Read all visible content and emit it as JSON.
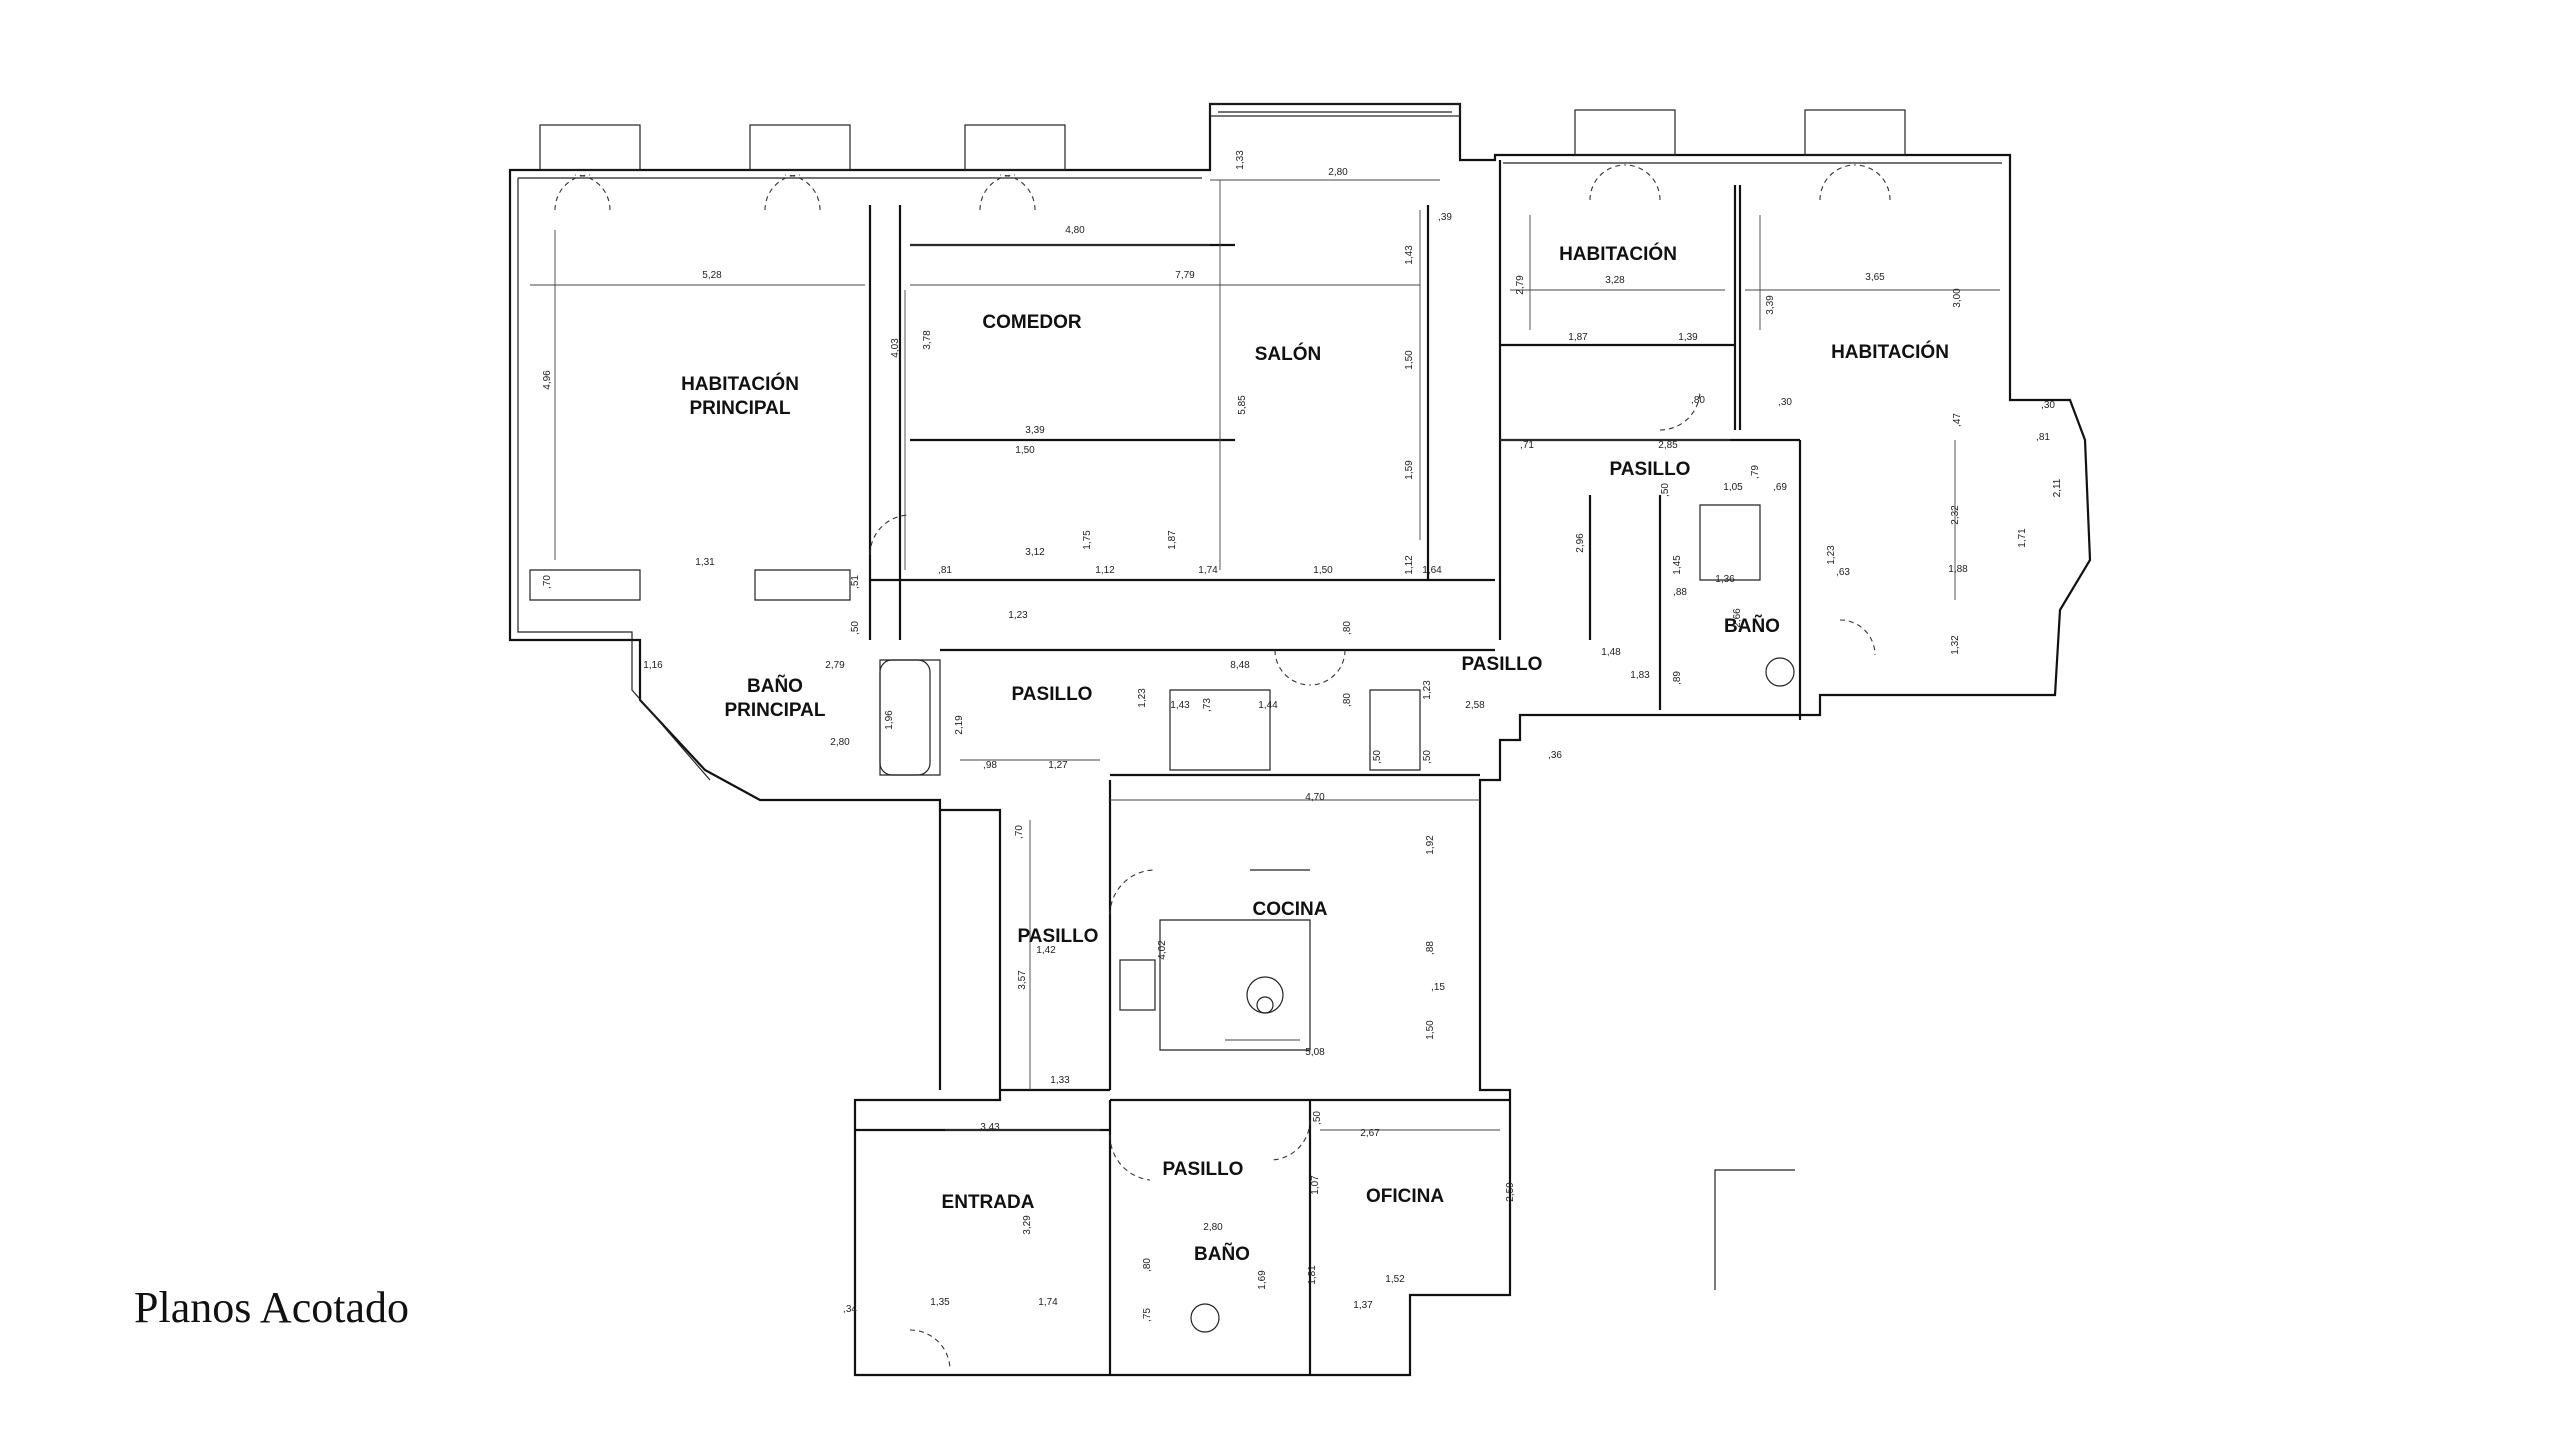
{
  "caption": "Planos Acotado",
  "rooms": [
    {
      "id": "habitacion-principal",
      "lines": [
        "HABITACIÓN",
        "PRINCIPAL"
      ]
    },
    {
      "id": "comedor",
      "lines": [
        "COMEDOR"
      ]
    },
    {
      "id": "salon",
      "lines": [
        "SALÓN"
      ]
    },
    {
      "id": "habitacion-1",
      "lines": [
        "HABITACIÓN"
      ]
    },
    {
      "id": "habitacion-2",
      "lines": [
        "HABITACIÓN"
      ]
    },
    {
      "id": "pasillo-1",
      "lines": [
        "PASILLO"
      ]
    },
    {
      "id": "bano-1",
      "lines": [
        "BAÑO"
      ]
    },
    {
      "id": "bano-principal",
      "lines": [
        "BAÑO",
        "PRINCIPAL"
      ]
    },
    {
      "id": "pasillo-2",
      "lines": [
        "PASILLO"
      ]
    },
    {
      "id": "pasillo-3",
      "lines": [
        "PASILLO"
      ]
    },
    {
      "id": "cocina",
      "lines": [
        "COCINA"
      ]
    },
    {
      "id": "pasillo-4",
      "lines": [
        "PASILLO"
      ]
    },
    {
      "id": "entrada",
      "lines": [
        "ENTRADA"
      ]
    },
    {
      "id": "pasillo-5",
      "lines": [
        "PASILLO"
      ]
    },
    {
      "id": "bano-2",
      "lines": [
        "BAÑO"
      ]
    },
    {
      "id": "oficina",
      "lines": [
        "OFICINA"
      ]
    }
  ],
  "dimensions": [
    "1,33",
    "2,80",
    "4,80",
    ",39",
    "5,28",
    "7,79",
    "1,43",
    "3,78",
    "4,03",
    "4,96",
    "5,85",
    "1,50",
    "3,39",
    "1,50",
    "1,59",
    "1,75",
    "1,87",
    "3,12",
    "1,12",
    "1,74",
    "1,50",
    "1,12",
    "1,64",
    ",70",
    "1,31",
    ",51",
    ",81",
    ",50",
    ",80",
    "1,23",
    "8,48",
    ",80",
    "1,16",
    "2,79",
    "1,23",
    "1,43",
    "1,44",
    ",73",
    "1,23",
    "2,58",
    ",36",
    "1,96",
    "2,19",
    ",50",
    ",50",
    "2,80",
    ",98",
    "1,27",
    "4,70",
    "1,92",
    ",70",
    "4,02",
    ",88",
    ",15",
    "1,42",
    "3,57",
    "1,50",
    "5,08",
    "1,33",
    "3,43",
    "2,67",
    ",50",
    "1,07",
    "2,59",
    "2,80",
    ",80",
    "3,29",
    "1,69",
    "1,81",
    "1,52",
    ",75",
    "1,35",
    "1,74",
    "1,37",
    ",34",
    "3,28",
    "2,79",
    "1,87",
    "1,39",
    ",80",
    "3,65",
    "3,39",
    "3,00",
    ",30",
    ",30",
    ",47",
    ",81",
    "2,85",
    ",71",
    ",50",
    "1,05",
    ",69",
    ",79",
    "2,11",
    "2,32",
    "2,96",
    "1,45",
    ",88",
    "1,36",
    "2,66",
    "1,23",
    ",63",
    "1,88",
    "1,71",
    "1,48",
    "1,83",
    ",89",
    "1,32"
  ]
}
